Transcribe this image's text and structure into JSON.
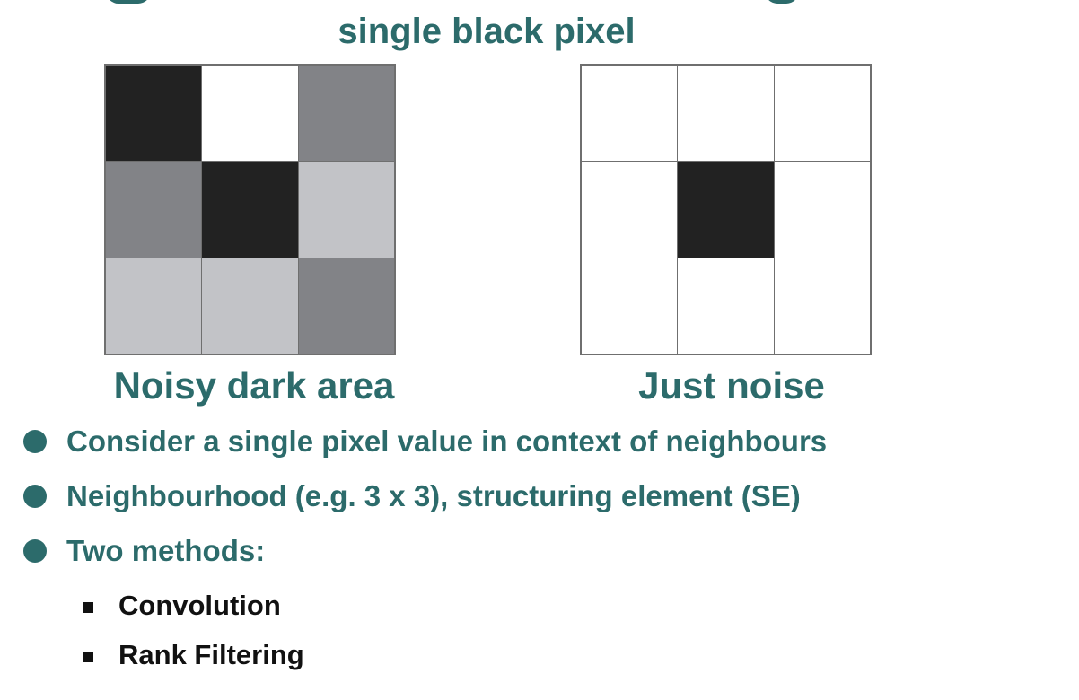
{
  "slide": {
    "subtitle": "single black pixel"
  },
  "grids": [
    {
      "caption": "Noisy dark area",
      "cells": [
        "#222222",
        "#ffffff",
        "#828387",
        "#828387",
        "#222222",
        "#c2c3c7",
        "#c2c3c7",
        "#c2c3c7",
        "#828387"
      ]
    },
    {
      "caption": "Just noise",
      "cells": [
        "#ffffff",
        "#ffffff",
        "#ffffff",
        "#ffffff",
        "#222222",
        "#ffffff",
        "#ffffff",
        "#ffffff",
        "#ffffff"
      ]
    }
  ],
  "bullets": [
    "Consider a single pixel value in context of neighbours",
    "Neighbourhood (e.g. 3 x 3), structuring element (SE)",
    "Two methods:"
  ],
  "sub_bullets": [
    "Convolution",
    "Rank Filtering"
  ],
  "colors": {
    "accent": "#2c6b6b",
    "text_dark": "#111111"
  }
}
